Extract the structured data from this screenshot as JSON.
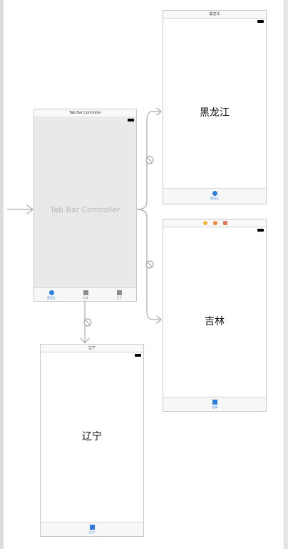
{
  "tab_bar_controller": {
    "title": "Tab Bar Controller",
    "center_label": "Tab Bar Controller",
    "tabs": [
      {
        "label": "黑龙江",
        "icon": "circle-icon",
        "active": true
      },
      {
        "label": "吉林",
        "icon": "square-icon",
        "active": false
      },
      {
        "label": "辽宁",
        "icon": "square-icon",
        "active": false
      }
    ]
  },
  "scene_heilongjiang": {
    "title": "黑龙江",
    "center_label": "黑龙江",
    "tab": {
      "label": "黑龙江",
      "icon": "circle-icon"
    }
  },
  "scene_jilin": {
    "dock_icons": [
      "view-controller-icon",
      "first-responder-icon",
      "exit-icon"
    ],
    "center_label": "吉林",
    "tab": {
      "label": "吉林",
      "icon": "square-icon"
    }
  },
  "scene_liaoning": {
    "title": "辽宁",
    "center_label": "辽宁",
    "tab": {
      "label": "辽宁",
      "icon": "square-icon"
    }
  },
  "colors": {
    "tint": "#2b7de1",
    "inactive_tab": "#8c8c8c",
    "canvas": "#ffffff",
    "scene_border": "#c9c9c9",
    "controller_fill": "#e9e9e9",
    "segue_line": "#aaaaaa"
  }
}
